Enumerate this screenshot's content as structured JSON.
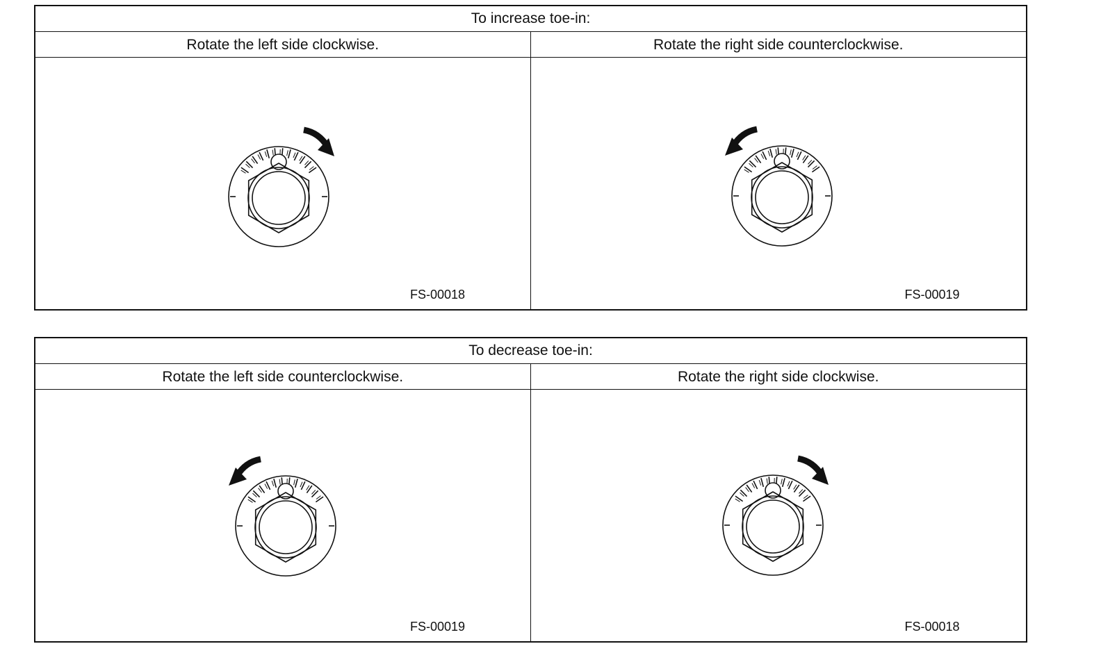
{
  "tables": [
    {
      "header": "To increase toe-in:",
      "left": {
        "caption": "Rotate the left side clockwise.",
        "code": "FS-00018",
        "arrow": "clockwise"
      },
      "right": {
        "caption": "Rotate the right side counterclockwise.",
        "code": "FS-00019",
        "arrow": "counterclockwise"
      }
    },
    {
      "header": "To decrease toe-in:",
      "left": {
        "caption": "Rotate the left side counterclockwise.",
        "code": "FS-00019",
        "arrow": "counterclockwise"
      },
      "right": {
        "caption": "Rotate the right side clockwise.",
        "code": "FS-00018",
        "arrow": "clockwise"
      }
    }
  ]
}
